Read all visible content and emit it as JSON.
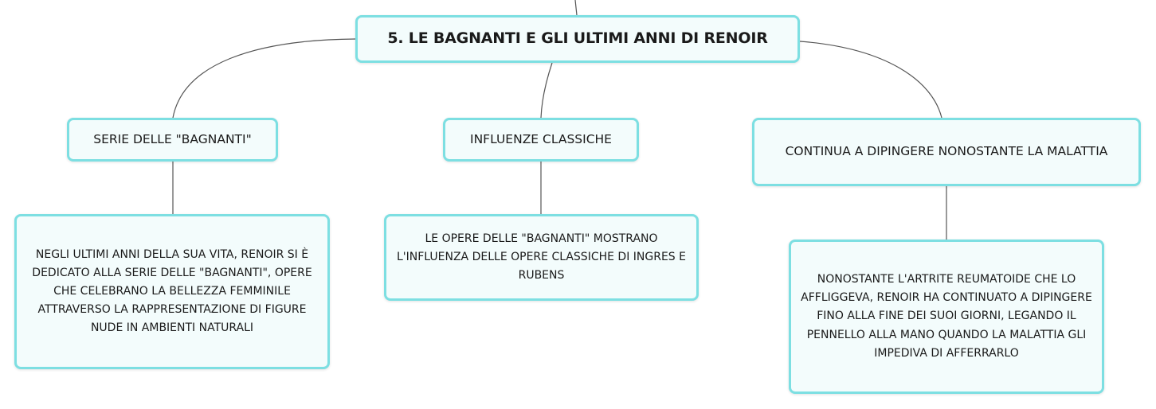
{
  "root": {
    "label": "5. LE BAGNANTI E GLI ULTIMI ANNI DI RENOIR"
  },
  "branches": [
    {
      "topic": "SERIE DELLE \"BAGNANTI\"",
      "detail": "NEGLI ULTIMI ANNI DELLA SUA VITA, RENOIR SI È DEDICATO ALLA SERIE DELLE \"BAGNANTI\", OPERE CHE CELEBRANO LA BELLEZZA FEMMINILE ATTRAVERSO LA RAPPRESENTAZIONE DI FIGURE NUDE IN AMBIENTI NATURALI"
    },
    {
      "topic": "INFLUENZE CLASSICHE",
      "detail": "LE OPERE DELLE \"BAGNANTI\" MOSTRANO L'INFLUENZA DELLE OPERE CLASSICHE DI INGRES E RUBENS"
    },
    {
      "topic": "CONTINUA A DIPINGERE NONOSTANTE LA MALATTIA",
      "detail": "NONOSTANTE L'ARTRITE REUMATOIDE CHE LO AFFLIGGEVA, RENOIR HA CONTINUATO A DIPINGERE FINO ALLA FINE DEI SUOI GIORNI, LEGANDO IL PENNELLO ALLA MANO QUANDO LA MALATTIA GLI IMPEDIVA DI AFFERRARLO"
    }
  ],
  "colors": {
    "node_border": "#7ddfe2",
    "node_fill": "#f3fcfc",
    "connector": "#555555"
  }
}
